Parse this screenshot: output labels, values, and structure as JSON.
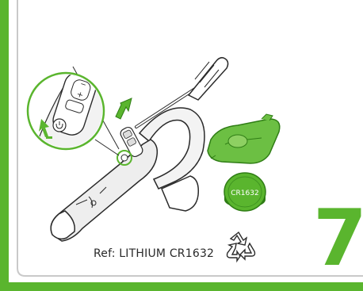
{
  "instruction": {
    "step_number": "7",
    "reference_text": "Ref: LITHIUM CR1632",
    "battery_label": "CR1632"
  },
  "icons": {
    "recycle": "recycle-icon",
    "arrow": "up-arrow-icon",
    "screwdriver": "screwdriver-icon",
    "battery": "coin-battery-icon",
    "battery_cover": "battery-cover-icon"
  },
  "colors": {
    "accent_green": "#5ab52e",
    "dark_green": "#2f7d15",
    "line": "#2a2a2a",
    "frame_green": "#6cbf43"
  }
}
